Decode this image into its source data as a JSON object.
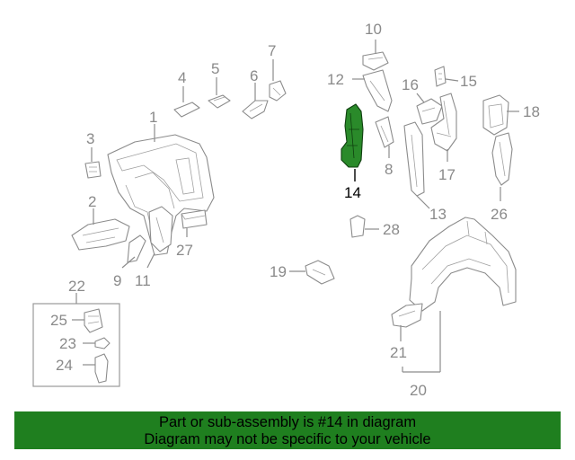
{
  "diagram": {
    "callouts": {
      "c1": "1",
      "c2": "2",
      "c3": "3",
      "c4": "4",
      "c5": "5",
      "c6": "6",
      "c7": "7",
      "c8": "8",
      "c9": "9",
      "c10": "10",
      "c11": "11",
      "c12": "12",
      "c13": "13",
      "c14": "14",
      "c15": "15",
      "c16": "16",
      "c17": "17",
      "c18": "18",
      "c19": "19",
      "c20": "20",
      "c21": "21",
      "c22": "22",
      "c23": "23",
      "c24": "24",
      "c25": "25",
      "c26": "26",
      "c27": "27",
      "c28": "28"
    },
    "highlighted_part": "14"
  },
  "banner": {
    "line1": "Part or sub-assembly is #14 in diagram",
    "line2": "Diagram may not be specific to your vehicle"
  },
  "colors": {
    "banner": "#1f7f1f",
    "highlight": "#2a8a2a",
    "line_art": "#8c8c8c",
    "callout_text": "#8a8a8a"
  }
}
